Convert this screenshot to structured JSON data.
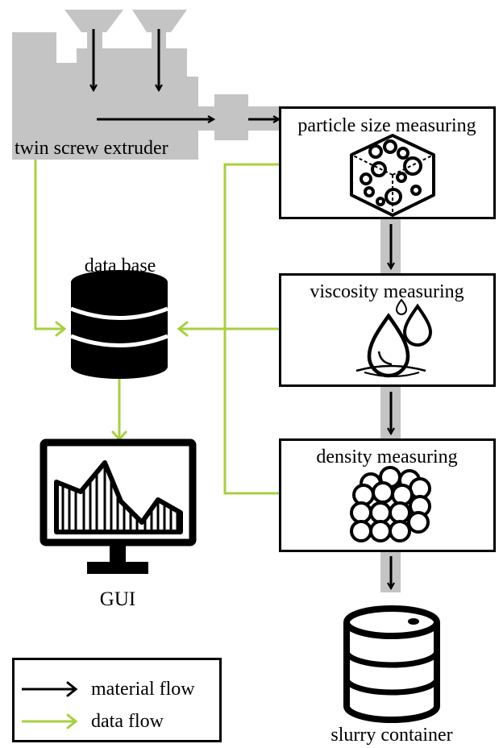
{
  "colors": {
    "machine_gray": "#c4c4c4",
    "material_flow": "#000000",
    "data_flow": "#a8d03f",
    "background": "#ffffff"
  },
  "nodes": {
    "extruder": {
      "label": "twin screw extruder",
      "icon": "twin-screw-extruder"
    },
    "particle": {
      "label": "particle size measuring",
      "icon": "particle-cube-icon"
    },
    "viscosity": {
      "label": "viscosity measuring",
      "icon": "water-drops-icon"
    },
    "density": {
      "label": "density measuring",
      "icon": "sphere-stack-icon"
    },
    "database": {
      "label": "data base",
      "icon": "database-icon"
    },
    "gui": {
      "label": "GUI",
      "icon": "monitor-chart-icon"
    },
    "slurry": {
      "label": "slurry container",
      "icon": "barrel-icon"
    }
  },
  "legend": {
    "items": [
      {
        "label": "material flow",
        "color": "#000000"
      },
      {
        "label": "data flow",
        "color": "#a8d03f"
      }
    ]
  }
}
